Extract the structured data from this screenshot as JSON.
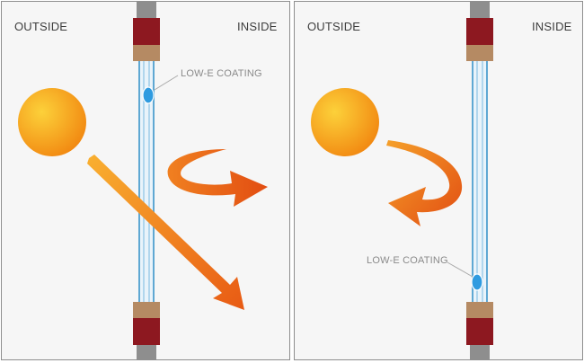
{
  "panels": [
    {
      "outside_label": "OUTSIDE",
      "inside_label": "INSIDE",
      "coating_label": "LOW-E COATING"
    },
    {
      "outside_label": "OUTSIDE",
      "inside_label": "INSIDE",
      "coating_label": "LOW-E COATING"
    }
  ],
  "colors": {
    "sun": "#f7a11a",
    "arrow": "#ef6a1c",
    "frame_dark_red": "#8d1820",
    "frame_tan": "#b58a63",
    "glass_blue": "#5fa8d3",
    "coating_blue": "#2f9be0"
  }
}
